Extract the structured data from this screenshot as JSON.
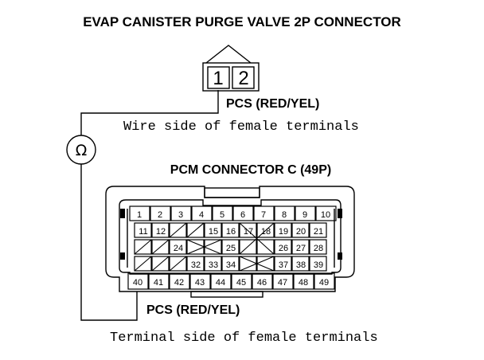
{
  "title": "EVAP CANISTER PURGE VALVE 2P CONNECTOR",
  "purge_connector": {
    "pins": [
      "1",
      "2"
    ],
    "wire_label": "PCS (RED/YEL)",
    "view_note": "Wire side of female terminals"
  },
  "meter": {
    "symbol": "Ω",
    "icon": "ohmmeter-icon"
  },
  "pcm_connector": {
    "title": "PCM CONNECTOR C (49P)",
    "row1": [
      "1",
      "2",
      "3",
      "4",
      "5",
      "6",
      "7",
      "8",
      "9",
      "10"
    ],
    "row2": [
      "11",
      "12",
      "15",
      "16",
      "17",
      "18",
      "19",
      "20",
      "21"
    ],
    "row3": [
      "24",
      "25",
      "26",
      "27",
      "28"
    ],
    "row4": [
      "32",
      "33",
      "34",
      "37",
      "38",
      "39"
    ],
    "row5": [
      "40",
      "41",
      "42",
      "43",
      "44",
      "45",
      "46",
      "47",
      "48",
      "49"
    ],
    "wire_label": "PCS (RED/YEL)",
    "view_note": "Terminal side of female terminals"
  }
}
